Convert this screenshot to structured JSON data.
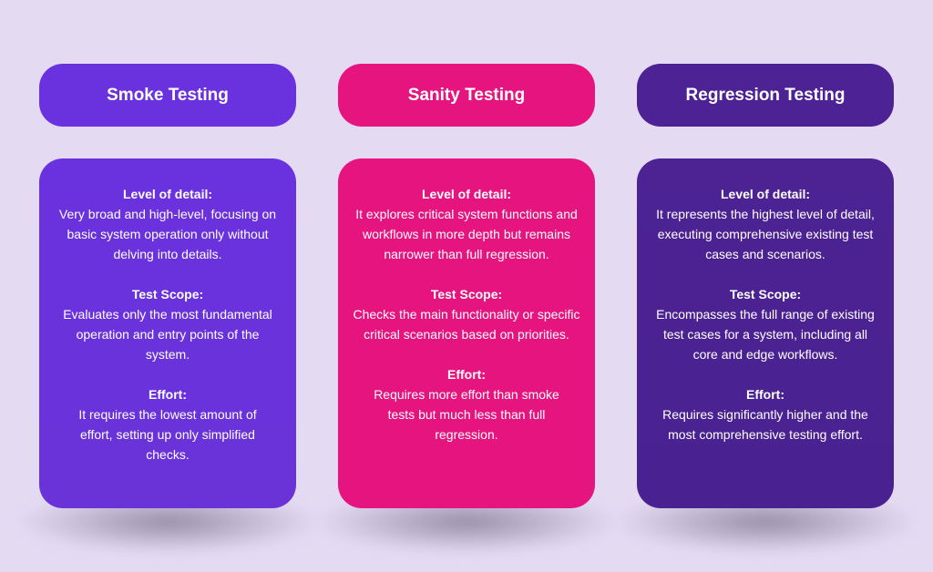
{
  "columns": [
    {
      "title": "Smoke Testing",
      "color": "#6a31de",
      "sections": [
        {
          "heading": "Level of detail:",
          "text": "Very broad and high-level, focusing on basic system operation only without delving into details."
        },
        {
          "heading": "Test Scope:",
          "text": "Evaluates only the most fundamental operation and entry points of the system."
        },
        {
          "heading": "Effort:",
          "text": "It requires the lowest amount of effort, setting up only simplified checks."
        }
      ]
    },
    {
      "title": "Sanity Testing",
      "color": "#e6147f",
      "sections": [
        {
          "heading": "Level of detail:",
          "text": "It explores critical system functions and workflows in more depth but remains narrower than full regression."
        },
        {
          "heading": "Test Scope:",
          "text": "Checks the main functionality or specific critical scenarios based on priorities."
        },
        {
          "heading": "Effort:",
          "text": "Requires more effort than smoke tests but much less than full regression."
        }
      ]
    },
    {
      "title": "Regression Testing",
      "color": "#4d2294",
      "sections": [
        {
          "heading": "Level of detail:",
          "text": "It represents the highest level of detail, executing comprehensive existing test cases and scenarios."
        },
        {
          "heading": "Test Scope:",
          "text": "Encompasses the full range of existing test cases for a system, including all core and edge workflows."
        },
        {
          "heading": "Effort:",
          "text": "Requires significantly higher and the most comprehensive testing effort."
        }
      ]
    }
  ]
}
